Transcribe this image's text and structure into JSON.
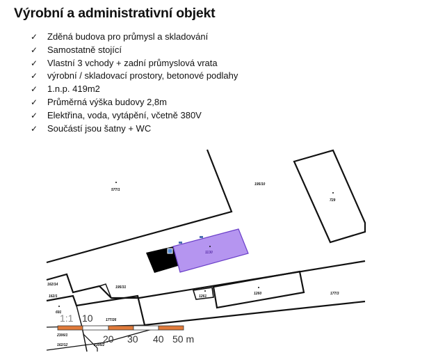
{
  "title": "Výrobní a administrativní objekt",
  "features": [
    "Zděná budova pro průmysl a skladování",
    "Samostatně stojící",
    "Vlastní 3 vchody + zadní průmyslová vrata",
    "výrobní / skladovací prostory, betonové podlahy",
    "1.n.p. 419m2",
    "Průměrná výška budovy 2,8m",
    "Elektřina, voda, vytápění, včetně 380V",
    "Součástí jsou šatny + WC"
  ],
  "check_symbol": "✓",
  "map": {
    "parcels": {
      "p577": "577/1",
      "p195_10": "195/10",
      "p729": "729",
      "p1130": "1130",
      "p1260": "1260",
      "p177_3": "177/3",
      "p1261": "1261",
      "p195_31": "195/31",
      "p162_14": "162/14",
      "p162_1": "162/1",
      "p691": "691",
      "p177_26": "177/26",
      "p2306_1": "2306/1",
      "p162_12": "162/12",
      "p2306_2": "2306/2"
    },
    "scale": {
      "ratio": "1:1",
      "t10": "10",
      "t20": "20",
      "t30": "30",
      "t40": "40",
      "t50": "50 m"
    },
    "colors": {
      "highlight": "#b595f0",
      "highlight_stroke": "#6a3fc8",
      "scale_bar": "#e07a3a"
    }
  }
}
